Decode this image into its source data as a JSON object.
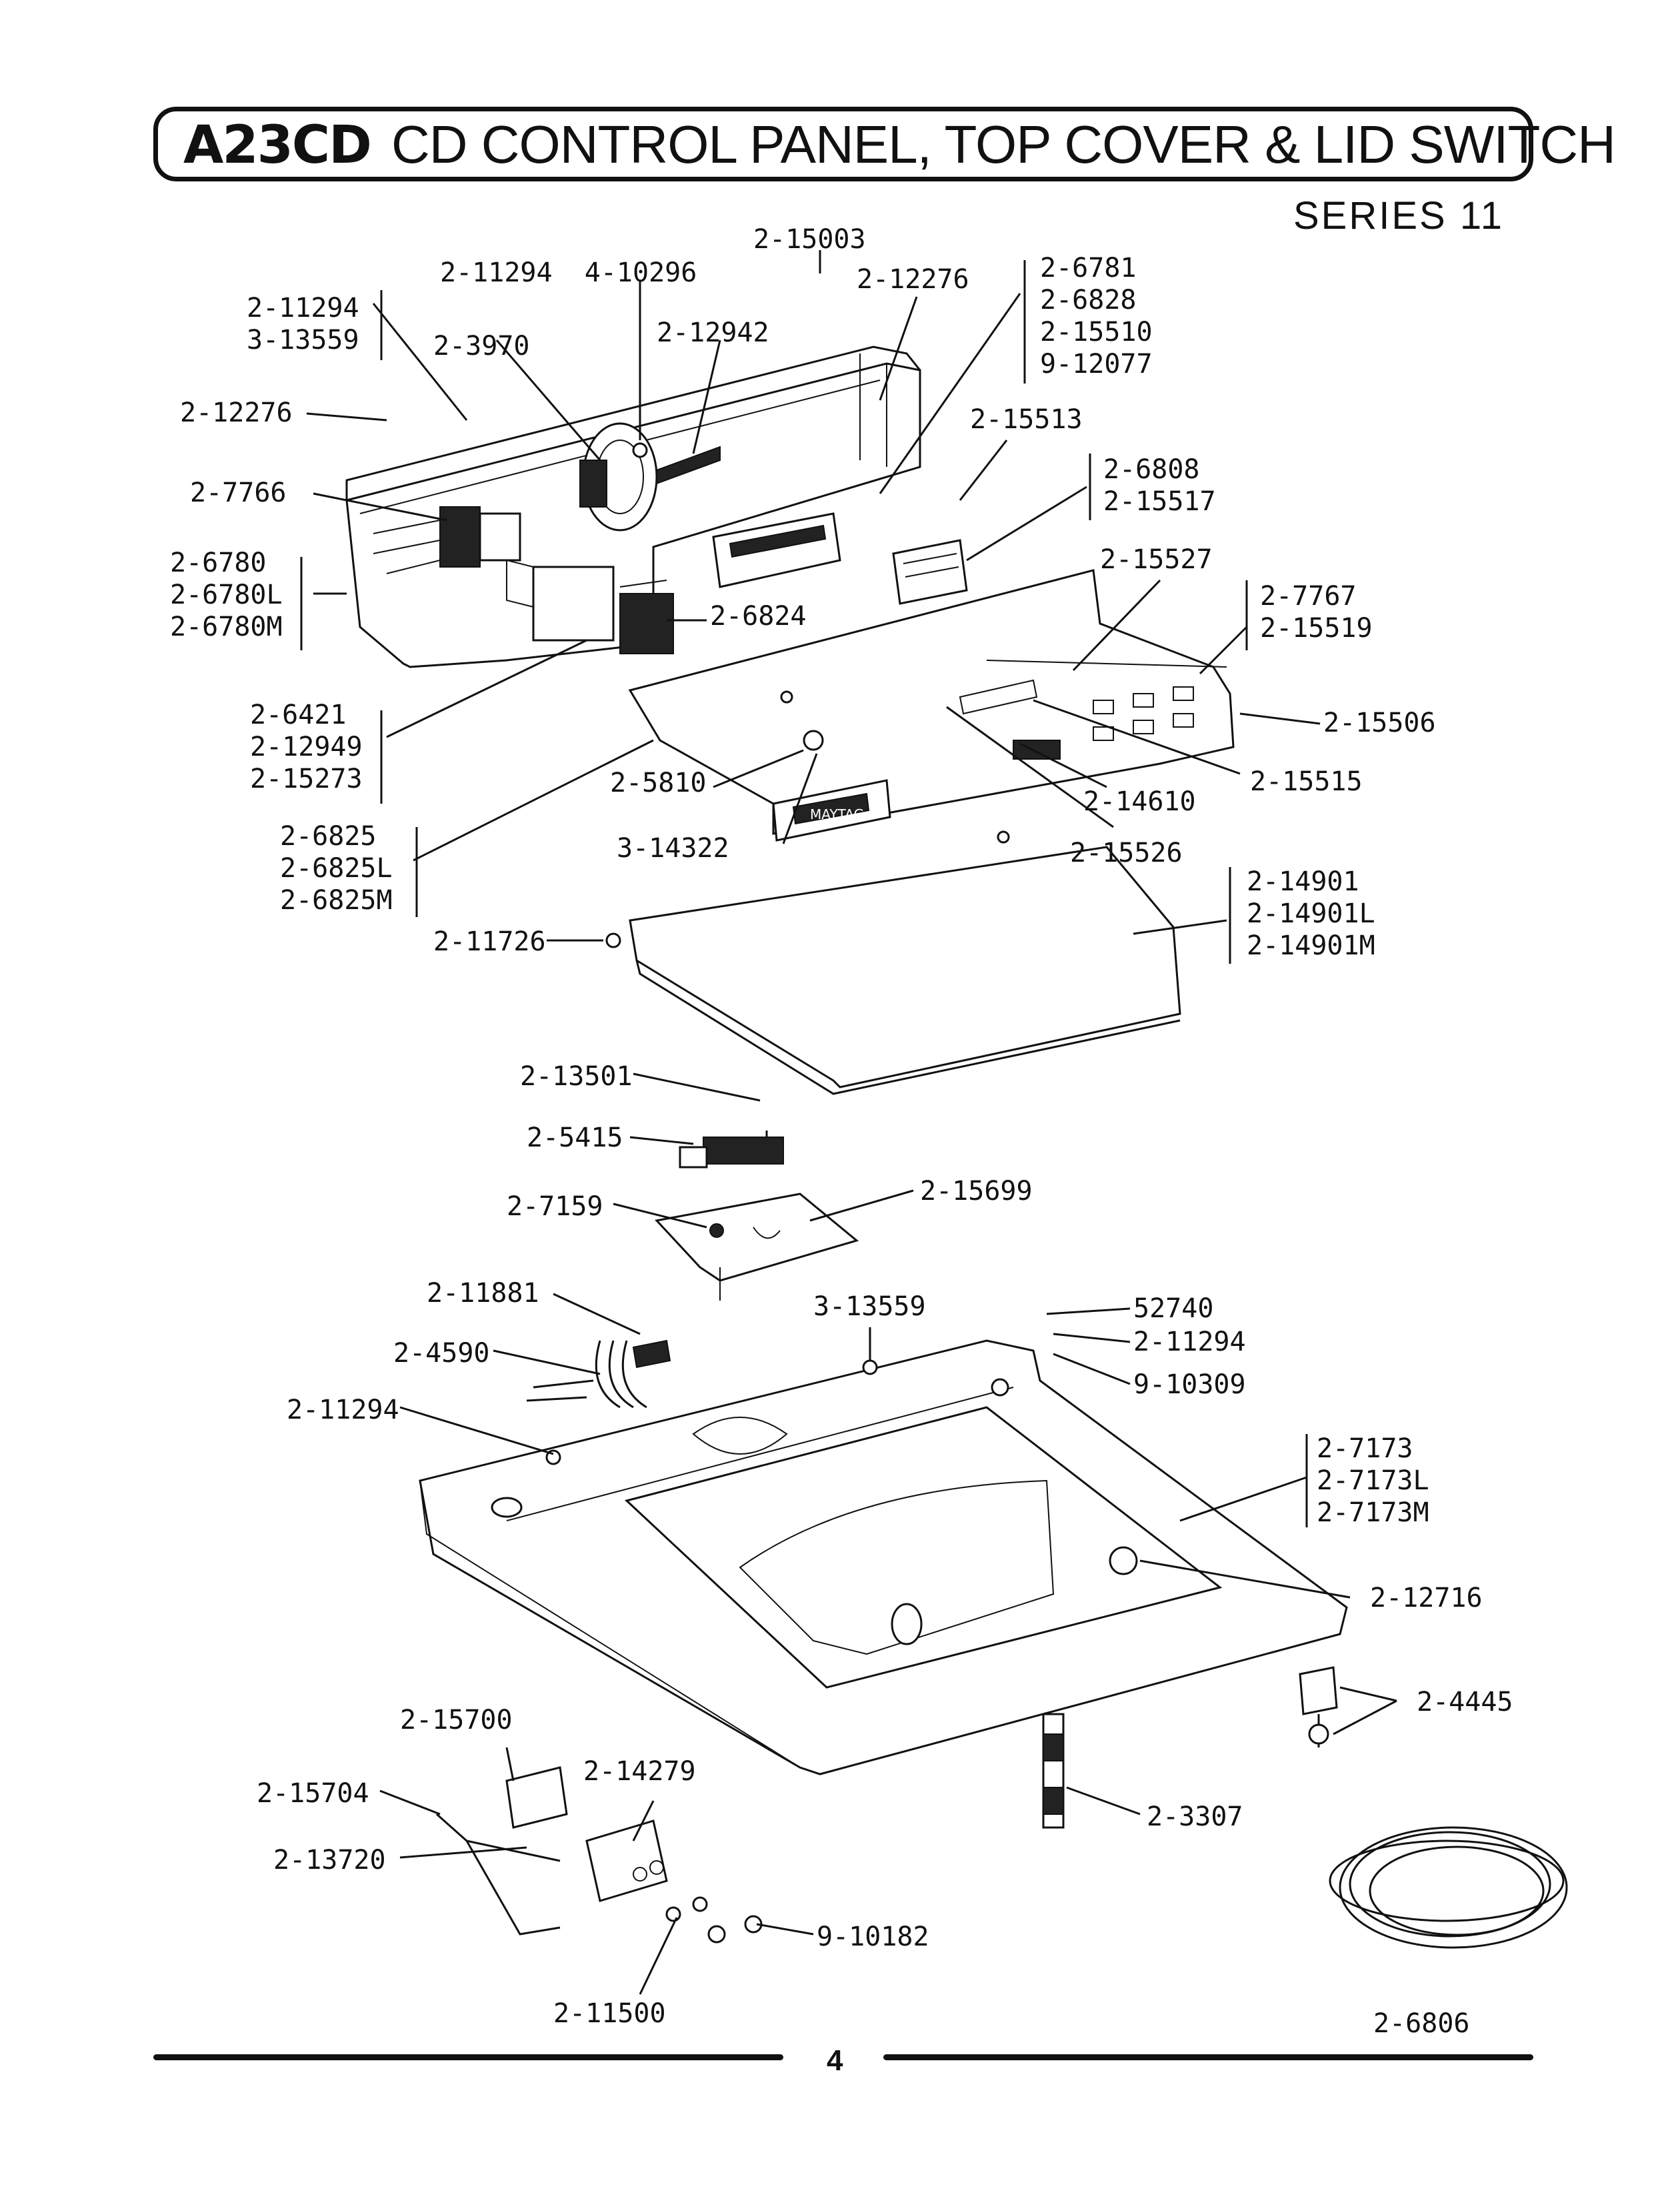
{
  "header": {
    "code": "A23CD",
    "title": "CD CONTROL PANEL, TOP COVER & LID SWITCH",
    "series": "SERIES 11"
  },
  "brand_plate": "MAYTAG",
  "footer": {
    "page_number": "4"
  },
  "parts": {
    "p2_15003": "2-15003",
    "g_2_11294_4_10296": "2-11294  4-10296",
    "p2_12276_top": "2-12276",
    "g_2_6781": "2-6781\n2-6828\n2-15510\n9-12077",
    "g_2_11294_3_13559": "2-11294\n3-13559",
    "p2_3970": "2-3970",
    "p2_12942": "2-12942",
    "p2_12276_left": "2-12276",
    "p2_15513": "2-15513",
    "g_2_6808": "2-6808\n2-15517",
    "p2_7766": "2-7766",
    "g_2_6780": "2-6780\n2-6780L\n2-6780M",
    "p2_15527": "2-15527",
    "g_2_7767": "2-7767\n2-15519",
    "p2_6824": "2-6824",
    "g_2_6421": "2-6421\n2-12949\n2-15273",
    "p2_15506": "2-15506",
    "p2_5810": "2-5810",
    "p2_14610": "2-14610",
    "p2_15515": "2-15515",
    "g_2_6825": "2-6825\n2-6825L\n2-6825M",
    "p3_14322": "3-14322",
    "p2_15526": "2-15526",
    "g_2_14901": "2-14901\n2-14901L\n2-14901M",
    "p2_11726": "2-11726",
    "p2_13501": "2-13501",
    "p2_5415": "2-5415",
    "p2_7159": "2-7159",
    "p2_15699": "2-15699",
    "p2_11881": "2-11881",
    "p3_13559": "3-13559",
    "p52740": "52740",
    "p2_11294_right": "2-11294",
    "p9_10309": "9-10309",
    "p2_4590": "2-4590",
    "p2_11294_left": "2-11294",
    "g_2_7173": "2-7173\n2-7173L\n2-7173M",
    "p2_12716": "2-12716",
    "p2_4445": "2-4445",
    "p2_15700": "2-15700",
    "p2_14279": "2-14279",
    "p2_15704": "2-15704",
    "p2_13720": "2-13720",
    "p2_3307": "2-3307",
    "p9_10182": "9-10182",
    "p2_11500": "2-11500",
    "p2_6806": "2-6806"
  }
}
